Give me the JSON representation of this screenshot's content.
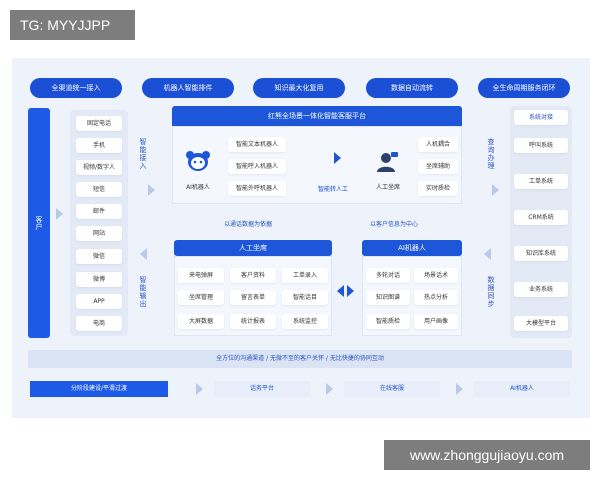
{
  "watermark_top": "TG: MYYJJPP",
  "watermark_bottom": "www.zhonggujiaoyu.com",
  "top_pills": [
    "全渠道统一接入",
    "机器人智能排件",
    "知识最大化复用",
    "数据自动流转",
    "全生命周期服务闭环"
  ],
  "customer_label": "客户",
  "channels": [
    "固定电话",
    "手机",
    "视频/数字人",
    "短信",
    "邮件",
    "网站",
    "微信",
    "微博",
    "APP",
    "电商"
  ],
  "side_labels": {
    "left_top": "智能接入",
    "left_bottom": "智能输出",
    "right_top": "查询办理",
    "right_bottom": "数据同步"
  },
  "platform_title": "红熊全场景一体化智能客服平台",
  "ai_robot": {
    "icon": "bear-robot-icon",
    "label": "AI机器人",
    "buttons": [
      "智能文本机器人",
      "智能呼入机器人",
      "智能外呼机器人"
    ]
  },
  "transfer_label": "智能转人工",
  "human_agent": {
    "icon": "agent-person-icon",
    "label": "人工坐席",
    "buttons": [
      "人机耦合",
      "坐席辅助",
      "实时质检"
    ]
  },
  "mid_labels": [
    "以通话数据为依据",
    "以客户信息为中心"
  ],
  "human_panel": {
    "title": "人工坐席",
    "grid": [
      "来电弹屏",
      "客户资料",
      "工单录入",
      "坐席管理",
      "留言表单",
      "智能话目",
      "大屏数据",
      "统计报表",
      "系统监控"
    ]
  },
  "ai_panel": {
    "title": "AI机器人",
    "grid": [
      "多轮对话",
      "场景话术",
      "知识图谱",
      "热点分析",
      "智能质检",
      "用户画像"
    ]
  },
  "systems_title": "系统对接",
  "systems": [
    "呼叫系统",
    "工单系统",
    "CRM系统",
    "知识库系统",
    "业务系统",
    "大模型平台"
  ],
  "bottom_banner": "全方位的沟通渠道 / 无微不至的客户关怀 / 无比快捷的协同互动",
  "bottom_steps": [
    "分阶段建设/平滑过渡",
    "话务平台",
    "在线客服",
    "AI机器人"
  ]
}
